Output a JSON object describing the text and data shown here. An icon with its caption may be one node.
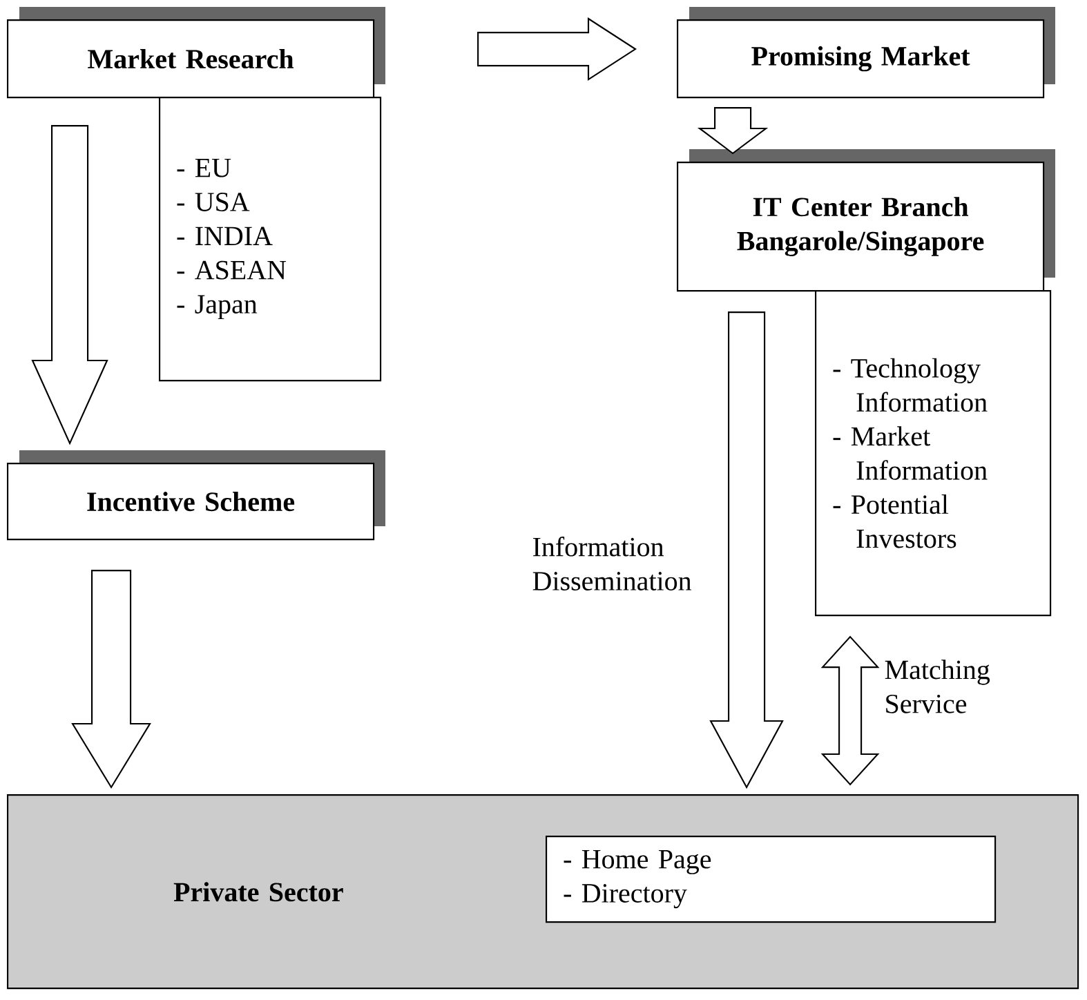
{
  "diagram": {
    "nodes": [
      {
        "text": [
          "Market Research"
        ]
      },
      {
        "text": [
          "- EU",
          "- USA",
          "- INDIA",
          "- ASEAN",
          "- Japan"
        ]
      },
      {
        "text": [
          "Promising Market"
        ]
      },
      {
        "text": [
          "IT Center Branch Bangarole/Singapore"
        ]
      },
      {
        "text": [
          "- Technology Information",
          "- Market Information",
          "- Potential Investors"
        ]
      },
      {
        "text": [
          "Incentive Scheme"
        ]
      },
      {
        "text": [
          "Private Sector"
        ]
      },
      {
        "text": [
          "- Home Page",
          "- Directory"
        ],
        "in": 6
      }
    ],
    "edges": [
      {
        "from": 0,
        "to": 2,
        "arrow": "to"
      },
      {
        "from": 2,
        "to": 3,
        "arrow": "to"
      },
      {
        "from": 0,
        "to": 5,
        "arrow": "to"
      },
      {
        "from": 5,
        "to": 6,
        "arrow": "to"
      },
      {
        "from": 3,
        "to": 6,
        "arrow": "to",
        "label": "Information Dissemination"
      },
      {
        "from": 4,
        "to": 6,
        "arrow": "both",
        "label": "Matching Service"
      }
    ]
  }
}
